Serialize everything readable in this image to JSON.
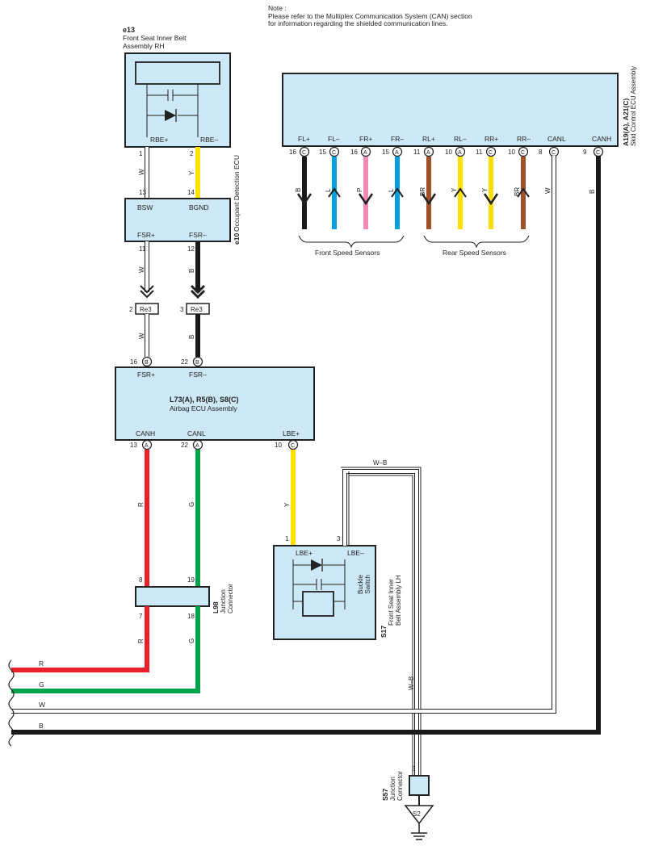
{
  "note": {
    "label": "Note :",
    "line1": "Please refer to the Multiplex Communication System (CAN) section",
    "line2": "for information regarding the shielded communication lines."
  },
  "colors": {
    "R": "#e8202a",
    "G": "#00a24a",
    "Y": "#ffe100",
    "B": "#1a1a1a",
    "W": "#ffffff",
    "L": "#00a0e0",
    "P": "#f08cb4",
    "BR": "#a0522d",
    "component_fill": "#cde9f7"
  },
  "components": {
    "e13": {
      "code": "e13",
      "name_line1": "Front Seat Inner Belt",
      "name_line2": "Assembly RH",
      "pins": [
        "RBE+",
        "RBE–"
      ],
      "pin_numbers": [
        "1",
        "2"
      ]
    },
    "e10": {
      "code": "e10",
      "name": "Occupant Detection ECU",
      "pins_top": [
        "BSW",
        "BGND"
      ],
      "pins_bottom": [
        "FSR+",
        "FSR–"
      ],
      "numbers_top": [
        "13",
        "14"
      ],
      "numbers_bottom": [
        "11",
        "12"
      ]
    },
    "re3": {
      "label": "Re3",
      "pins": [
        "2",
        "3"
      ]
    },
    "airbag": {
      "code": "L73(A), R5(B), S8(C)",
      "name": "Airbag ECU Assembly",
      "top_pins": [
        "FSR+",
        "FSR–"
      ],
      "top_numbers": [
        "16",
        "22"
      ],
      "top_letters": [
        "B",
        "B"
      ],
      "bottom_pins": [
        "CANH",
        "CANL",
        "LBE+"
      ],
      "bottom_numbers": [
        "13",
        "22",
        "10"
      ],
      "bottom_letters": [
        "A",
        "A",
        "C"
      ]
    },
    "skid": {
      "code": "A19(A), A21(C)",
      "name": "Skid Control ECU Assembly",
      "pins": [
        {
          "name": "FL+",
          "num": "16",
          "conn": "C"
        },
        {
          "name": "FL–",
          "num": "15",
          "conn": "C"
        },
        {
          "name": "FR+",
          "num": "16",
          "conn": "A"
        },
        {
          "name": "FR–",
          "num": "15",
          "conn": "A"
        },
        {
          "name": "RL+",
          "num": "11",
          "conn": "A"
        },
        {
          "name": "RL–",
          "num": "10",
          "conn": "A"
        },
        {
          "name": "RR+",
          "num": "11",
          "conn": "C"
        },
        {
          "name": "RR–",
          "num": "10",
          "conn": "C"
        },
        {
          "name": "CANL",
          "num": "8",
          "conn": "C"
        },
        {
          "name": "CANH",
          "num": "9",
          "conn": "C"
        }
      ],
      "wire_colors": [
        "B",
        "L",
        "P",
        "L",
        "BR",
        "Y",
        "Y",
        "BR",
        "W",
        "B"
      ]
    },
    "speed_sensors": {
      "front": "Front Speed Sensors",
      "rear": "Rear Speed Sensors"
    },
    "l98": {
      "code": "L98",
      "name_line1": "Junction",
      "name_line2": "Connector",
      "top_numbers": [
        "8",
        "19"
      ],
      "bottom_numbers": [
        "7",
        "18"
      ]
    },
    "s17": {
      "code": "S17",
      "name_line1": "Front Seat Inner",
      "name_line2": "Belt Assembly LH",
      "pins": [
        "LBE+",
        "LBE–"
      ],
      "pin_numbers": [
        "1",
        "3"
      ],
      "switch_line1": "Buckle",
      "switch_line2": "Switch"
    },
    "s57": {
      "code": "S57",
      "name_line1": "Junction",
      "name_line2": "Connector",
      "pin": "5"
    },
    "ground": {
      "label": "S2"
    }
  },
  "wire_labels": {
    "e13_left": "W",
    "e13_right": "Y",
    "e10_left": "W",
    "e10_right": "B",
    "re3_left": "W",
    "re3_right": "B",
    "canh": "R",
    "canl": "G",
    "lbe": "Y",
    "l98_left": "R",
    "l98_right": "G",
    "shield_top": "W–B",
    "shield_vertical": "W–B",
    "bus": [
      "R",
      "G",
      "W",
      "B"
    ]
  }
}
